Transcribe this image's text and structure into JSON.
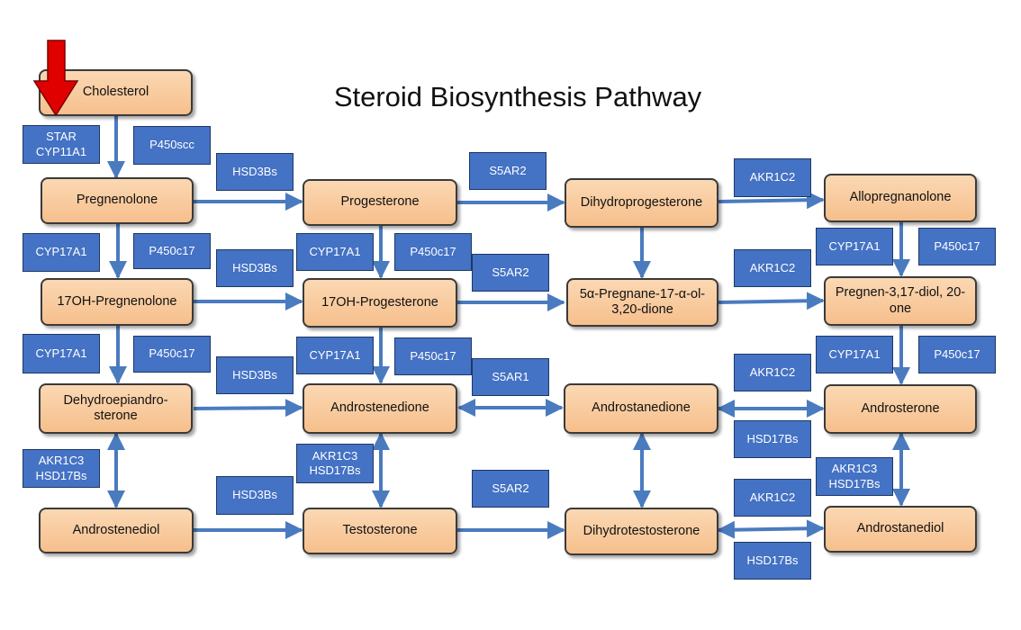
{
  "title": "Steroid Biosynthesis Pathway",
  "colors": {
    "node_fill": "#f8c99c",
    "enzyme_fill": "#4472c4",
    "arrow": "#4a7bbf",
    "highlight_arrow": "#e00000"
  },
  "nodes": {
    "cholesterol": "Cholesterol",
    "pregnenolone": "Pregnenolone",
    "oh17_pregnenolone": "17OH-Pregnenolone",
    "dhea": "Dehydroepiandro-\nsterone",
    "androstenediol_left": "Androstenediol",
    "progesterone": "Progesterone",
    "oh17_progesterone": "17OH-Progesterone",
    "androstenedione": "Androstenedione",
    "testosterone": "Testosterone",
    "dihydroprogesterone": "Dihydroprogesterone",
    "pregnane": "5α-Pregnane-17-α-ol-\n3,20-dione",
    "androstanedione": "Androstanedione",
    "dihydrotestosterone": "Dihydrotestosterone",
    "allopregnanolone": "Allopregnanolone",
    "pregnen_diol": "Pregnen-3,17-diol, 20-\none",
    "androsterone": "Androsterone",
    "androstanediol_right": "Androstanediol"
  },
  "enzymes": {
    "star_cyp11a1": "STAR\nCYP11A1",
    "p450scc": "P450scc",
    "cyp17a1_1": "CYP17A1",
    "p450c17_1": "P450c17",
    "cyp17a1_2": "CYP17A1",
    "p450c17_2": "P450c17",
    "akr1c3_hsd17bs_1": "AKR1C3\nHSD17Bs",
    "hsd3bs_1": "HSD3Bs",
    "hsd3bs_2": "HSD3Bs",
    "hsd3bs_3": "HSD3Bs",
    "hsd3bs_4": "HSD3Bs",
    "cyp17a1_3": "CYP17A1",
    "p450c17_3": "P450c17",
    "cyp17a1_4": "CYP17A1",
    "p450c17_4": "P450c17",
    "akr1c3_hsd17bs_2": "AKR1C3\nHSD17Bs",
    "s5ar2_1": "S5AR2",
    "s5ar2_2": "S5AR2",
    "s5ar1": "S5AR1",
    "s5ar2_3": "S5AR2",
    "akr1c2_1": "AKR1C2",
    "akr1c2_2": "AKR1C2",
    "akr1c2_3": "AKR1C2",
    "hsd17bs_1": "HSD17Bs",
    "akr1c2_4": "AKR1C2",
    "hsd17bs_2": "HSD17Bs",
    "cyp17a1_5": "CYP17A1",
    "p450c17_5": "P450c17",
    "cyp17a1_6": "CYP17A1",
    "p450c17_6": "P450c17",
    "akr1c3_hsd17bs_3": "AKR1C3\nHSD17Bs"
  }
}
